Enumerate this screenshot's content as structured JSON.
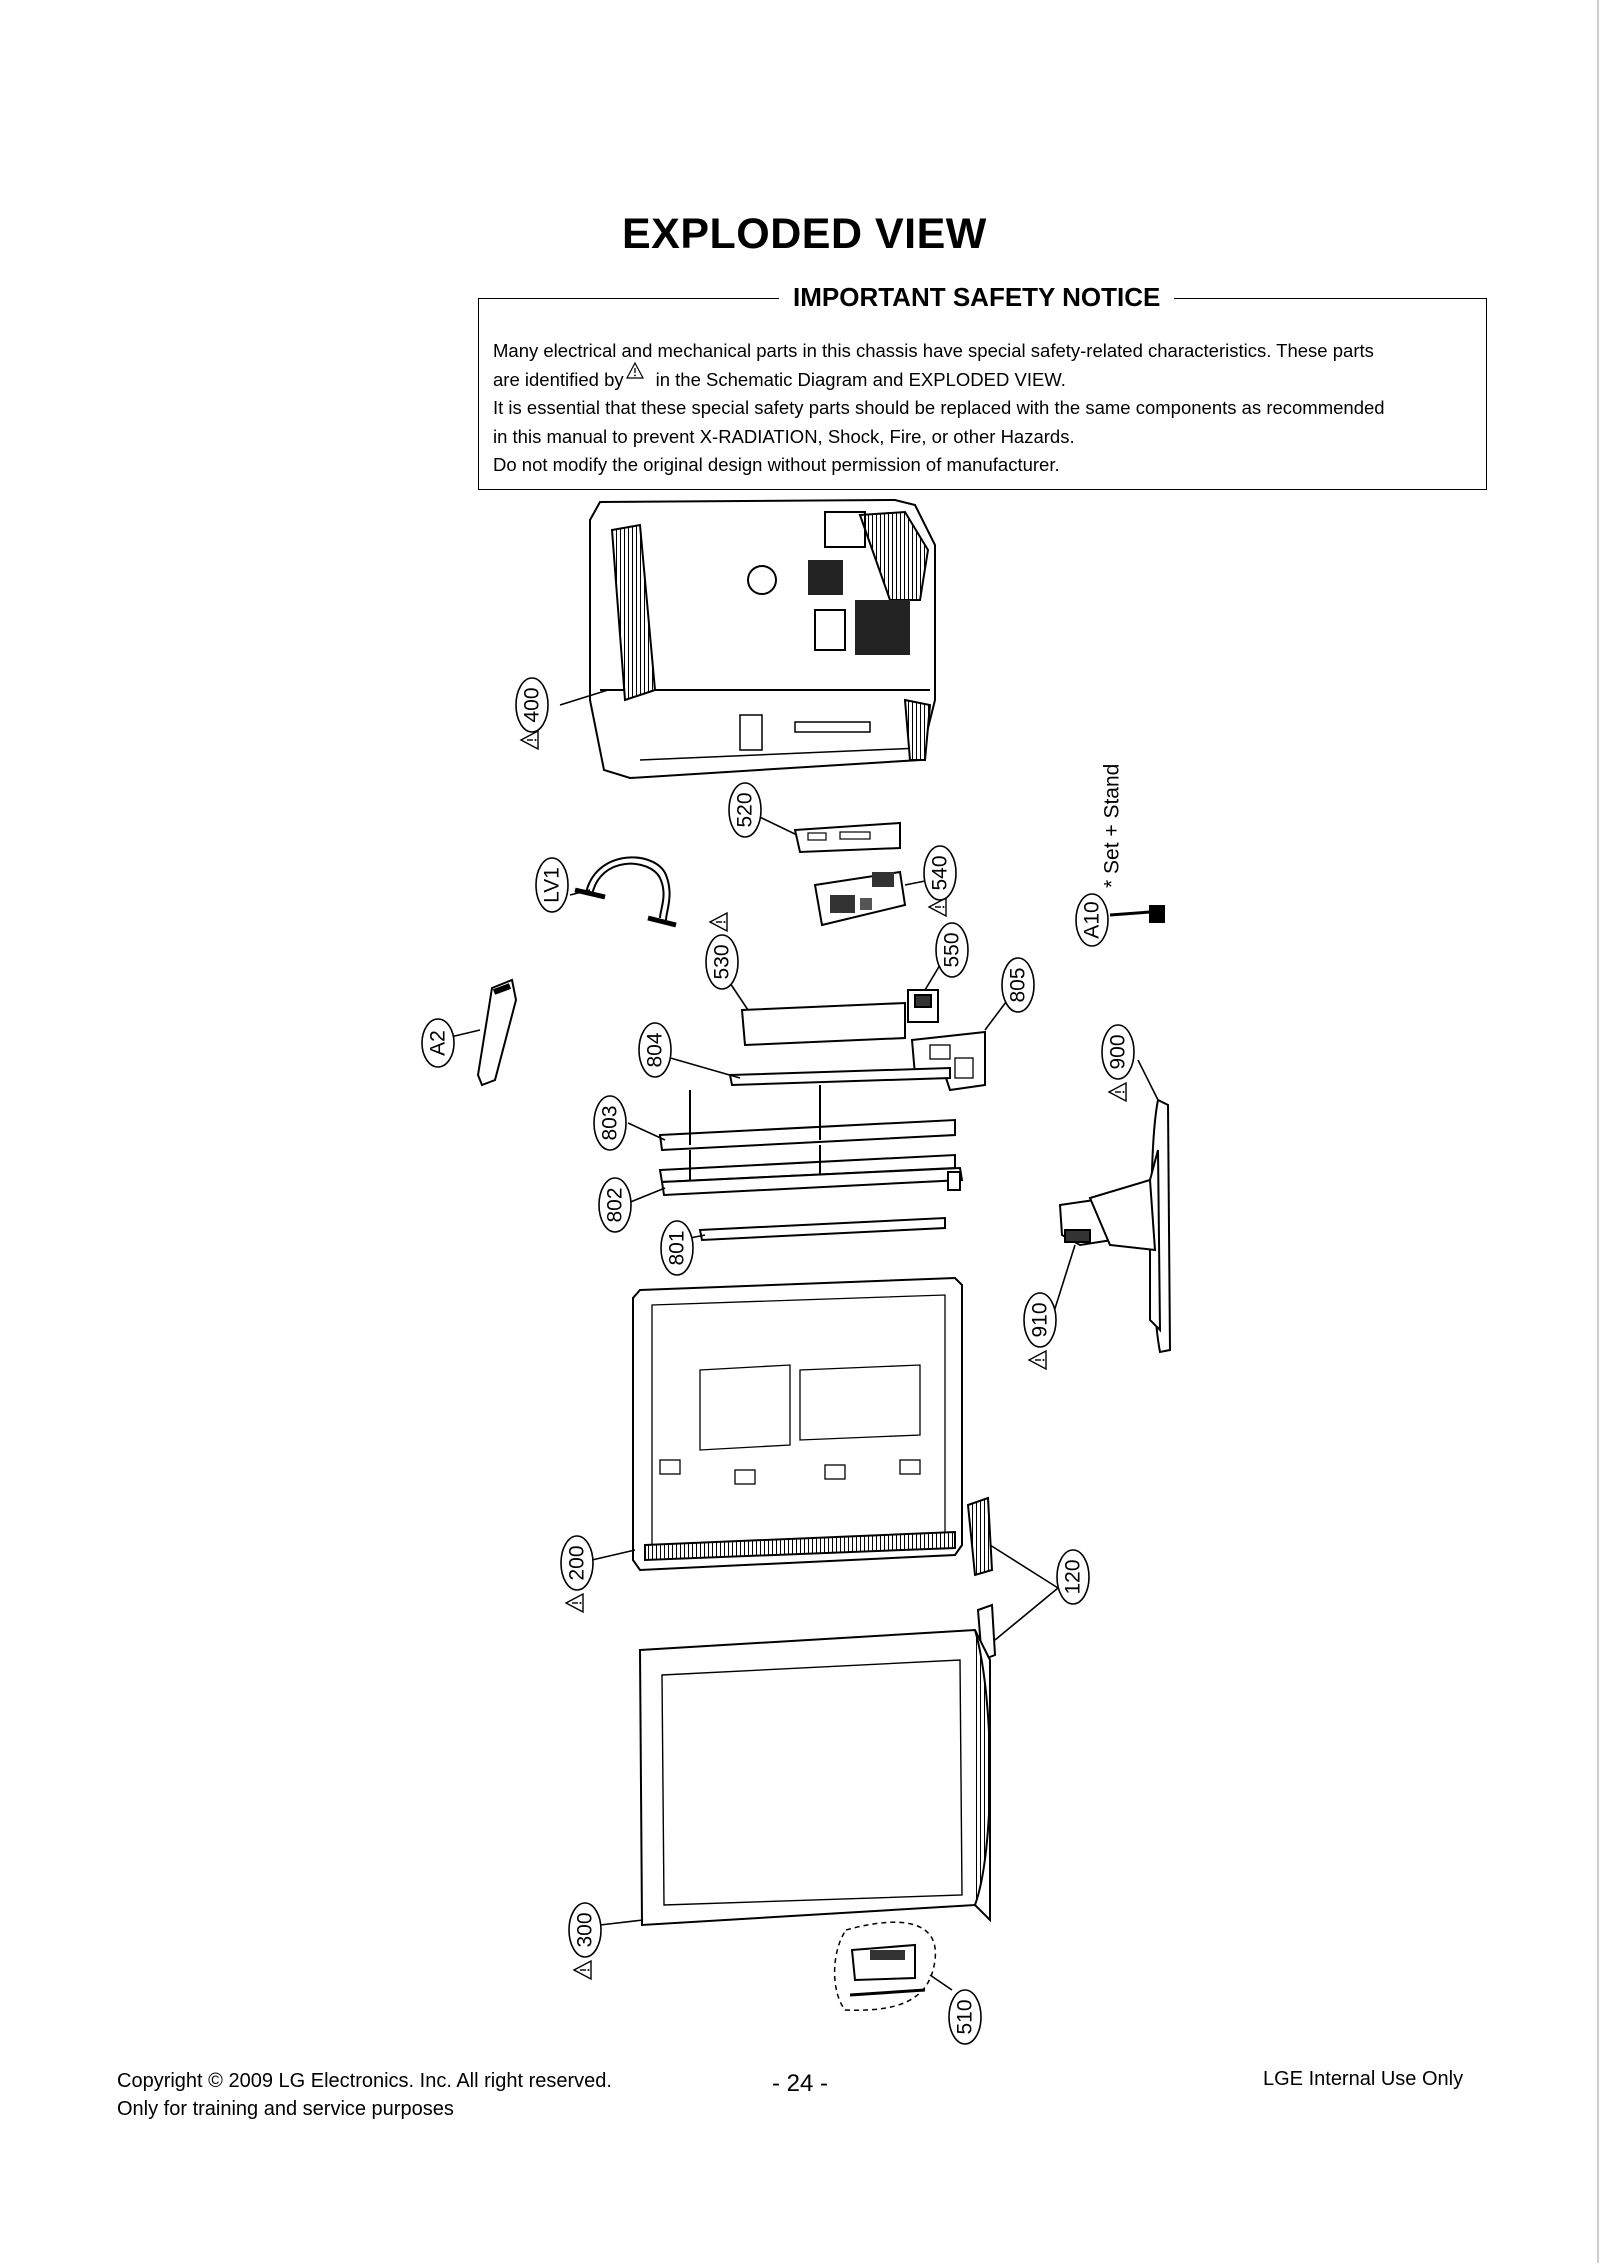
{
  "page": {
    "title": "EXPLODED VIEW"
  },
  "notice": {
    "heading": "IMPORTANT SAFETY NOTICE",
    "line1": "Many electrical and mechanical parts in this chassis have special safety-related characteristics. These parts",
    "line2_a": "are identified by",
    "line2_b": "in the Schematic Diagram and EXPLODED VIEW.",
    "line3": "It is essential that these special safety parts should be replaced with the same components as recommended",
    "line4": "in this manual to prevent X-RADIATION, Shock, Fire, or other Hazards.",
    "line5": "Do not modify the original design without permission of manufacturer."
  },
  "callouts": {
    "p400": "400",
    "p520": "520",
    "pLV1": "LV1",
    "p540": "540",
    "pA10": "A10",
    "set_stand": "* Set + Stand",
    "p530": "530",
    "p550": "550",
    "p805": "805",
    "pA2": "A2",
    "p804": "804",
    "p900": "900",
    "p803": "803",
    "p802": "802",
    "p801": "801",
    "p910": "910",
    "p200": "200",
    "p120": "120",
    "p300": "300",
    "p510": "510"
  },
  "footer": {
    "copyright": "Copyright © 2009  LG Electronics. Inc. All right reserved.",
    "training": "Only for training and service purposes",
    "page_number": "- 24 -",
    "internal": "LGE Internal Use Only"
  }
}
